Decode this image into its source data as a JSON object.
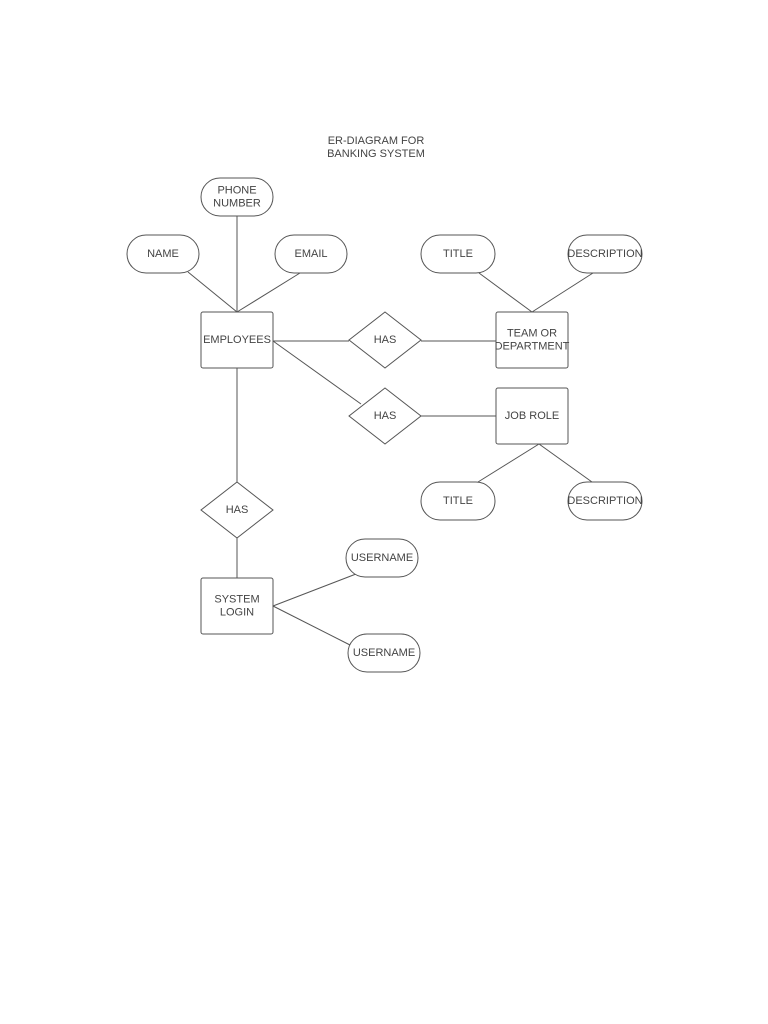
{
  "diagram": {
    "title_lines": [
      "ER-DIAGRAM FOR",
      "BANKING SYSTEM"
    ],
    "entities": [
      {
        "id": "employees",
        "lines": [
          "EMPLOYEES"
        ]
      },
      {
        "id": "team",
        "lines": [
          "TEAM OR",
          "DEPARTMENT"
        ]
      },
      {
        "id": "jobrole",
        "lines": [
          "JOB ROLE"
        ]
      },
      {
        "id": "login",
        "lines": [
          "SYSTEM",
          "LOGIN"
        ]
      }
    ],
    "attributes": [
      {
        "id": "phone",
        "lines": [
          "PHONE",
          "NUMBER"
        ]
      },
      {
        "id": "name",
        "lines": [
          "NAME"
        ]
      },
      {
        "id": "email",
        "lines": [
          "EMAIL"
        ]
      },
      {
        "id": "team_title",
        "lines": [
          "TITLE"
        ]
      },
      {
        "id": "team_desc",
        "lines": [
          "DESCRIPTION"
        ]
      },
      {
        "id": "job_title",
        "lines": [
          "TITLE"
        ]
      },
      {
        "id": "job_desc",
        "lines": [
          "DESCRIPTION"
        ]
      },
      {
        "id": "user1",
        "lines": [
          "USERNAME"
        ]
      },
      {
        "id": "user2",
        "lines": [
          "USERNAME"
        ]
      }
    ],
    "relationships": [
      {
        "id": "has_team",
        "lines": [
          "HAS"
        ]
      },
      {
        "id": "has_job",
        "lines": [
          "HAS"
        ]
      },
      {
        "id": "has_login",
        "lines": [
          "HAS"
        ]
      }
    ],
    "edges": [
      [
        "phone",
        "employees"
      ],
      [
        "name",
        "employees"
      ],
      [
        "email",
        "employees"
      ],
      [
        "employees",
        "has_team"
      ],
      [
        "has_team",
        "team"
      ],
      [
        "team_title",
        "team"
      ],
      [
        "team_desc",
        "team"
      ],
      [
        "employees",
        "has_job"
      ],
      [
        "has_job",
        "jobrole"
      ],
      [
        "jobrole",
        "job_title"
      ],
      [
        "jobrole",
        "job_desc"
      ],
      [
        "employees",
        "has_login"
      ],
      [
        "has_login",
        "login"
      ],
      [
        "login",
        "user1"
      ],
      [
        "login",
        "user2"
      ]
    ],
    "colors": {
      "stroke": "#555555",
      "text": "#444444",
      "fill": "#ffffff",
      "background": "#ffffff"
    }
  }
}
